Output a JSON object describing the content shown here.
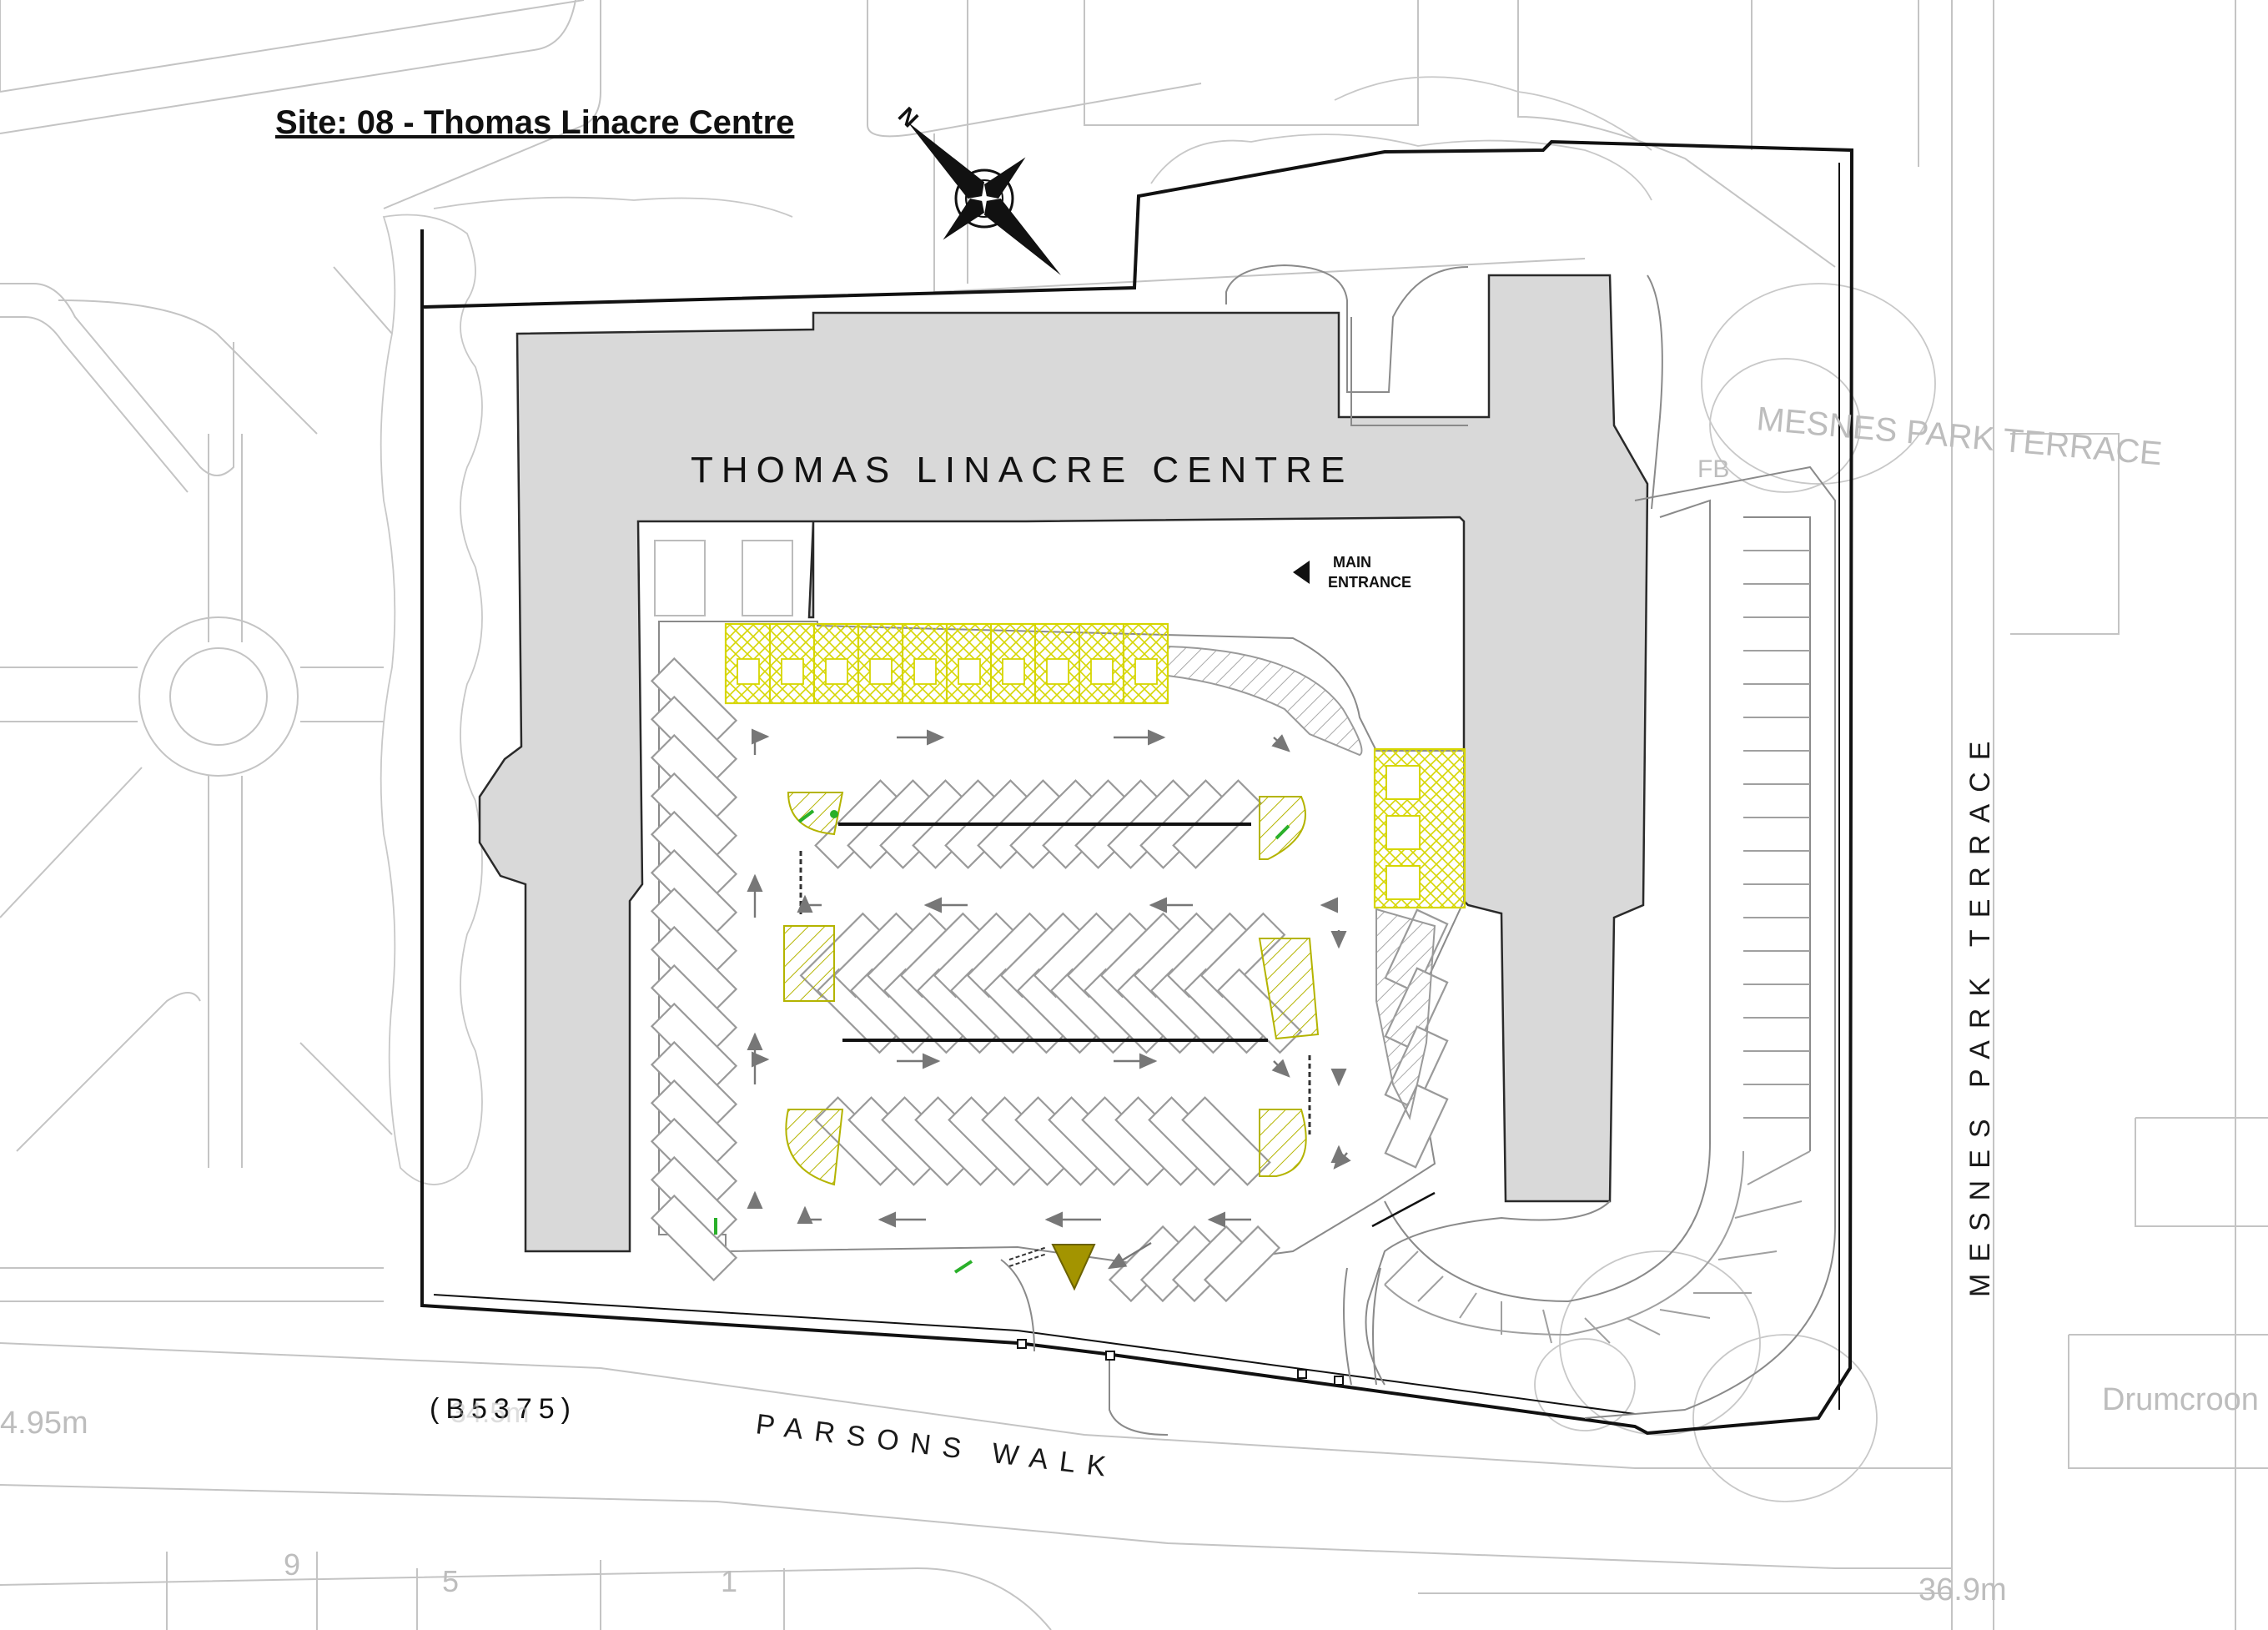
{
  "title": "Site: 08 - Thomas Linacre Centre",
  "building_name": "THOMAS LINACRE CENTRE",
  "entrance": {
    "line1": "MAIN",
    "line2": "ENTRANCE"
  },
  "north_label": "N",
  "streets": {
    "parsons_walk": "PARSONS WALK",
    "road_number": "(B5375)",
    "mesnes_vertical": "MESNES PARK TERRACE",
    "mesnes_faint": "MESNES PARK TERRACE",
    "fb_label": "FB"
  },
  "ground_levels": {
    "left": "4.95m",
    "right": "36.9m",
    "road_faint": "34.5m"
  },
  "house_numbers": [
    "9",
    "5",
    "1"
  ],
  "neighbour": "Drumcroon",
  "colors": {
    "building_fill": "#d9d9d9",
    "accessible_bay_yellow": "#d6d600",
    "hatch_olive": "#b4b400",
    "boundary": "#111111"
  },
  "symbols": {
    "parent_child_bays": 6,
    "disabled_bays": 4,
    "cycle_bays": 3
  }
}
